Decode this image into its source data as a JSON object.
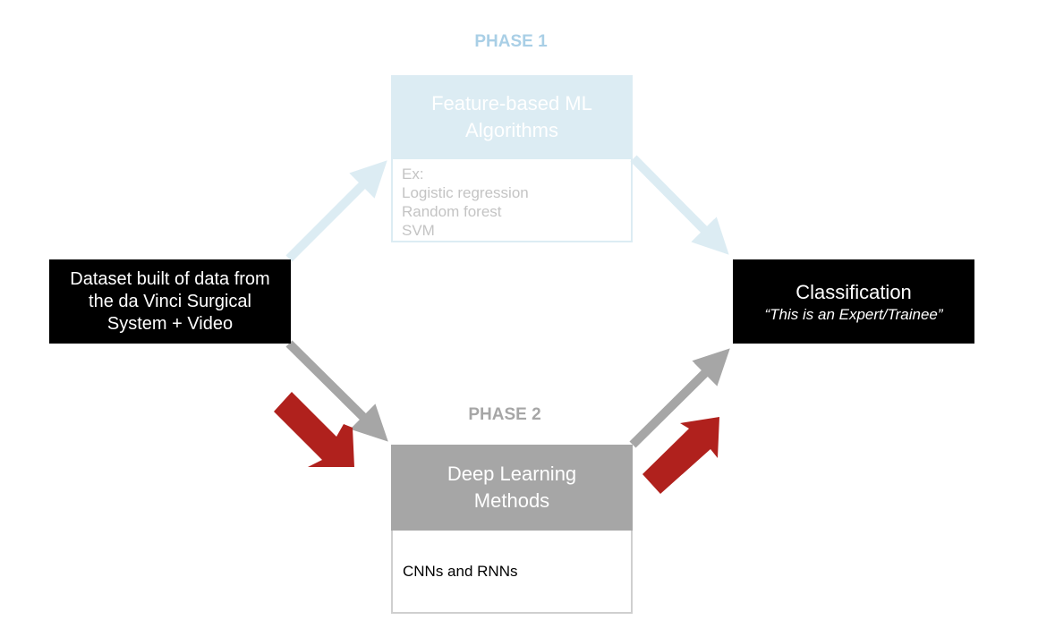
{
  "phase1": {
    "label": "PHASE 1",
    "header": "Feature-based ML Algorithms",
    "details": [
      "Ex:",
      "Logistic regression",
      "Random forest",
      "SVM"
    ]
  },
  "phase2": {
    "label": "PHASE 2",
    "header": "Deep Learning Methods",
    "details": "CNNs and RNNs"
  },
  "dataset": {
    "text": "Dataset built of data from the da Vinci Surgical System + Video"
  },
  "classification": {
    "title": "Classification",
    "subtitle": "“This is an Expert/Trainee”"
  },
  "colors": {
    "phase1_accent": "#a9cfe6",
    "phase1_fill": "#dcecf3",
    "phase2_fill": "#a6a6a6",
    "highlight_arrow": "#b0211d",
    "node_fill": "#000000"
  }
}
